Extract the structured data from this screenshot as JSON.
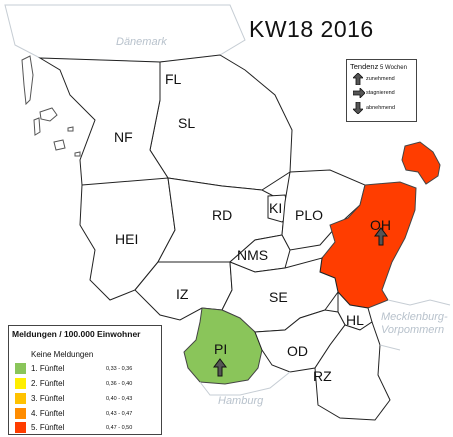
{
  "title": "KW18 2016",
  "neighbors": {
    "denmark": "Dänemark",
    "mv_line1": "Mecklenburg-",
    "mv_line2": "Vorpommern",
    "hamburg": "Hamburg"
  },
  "regions": [
    {
      "code": "FL",
      "level": "none"
    },
    {
      "code": "NF",
      "level": "none"
    },
    {
      "code": "SL",
      "level": "none"
    },
    {
      "code": "RD",
      "level": "none"
    },
    {
      "code": "KI",
      "level": "none"
    },
    {
      "code": "PLO",
      "level": "none"
    },
    {
      "code": "OH",
      "level": "5",
      "trend": "zunehmend"
    },
    {
      "code": "HEI",
      "level": "none"
    },
    {
      "code": "NMS",
      "level": "none"
    },
    {
      "code": "IZ",
      "level": "none"
    },
    {
      "code": "SE",
      "level": "none"
    },
    {
      "code": "HL",
      "level": "none"
    },
    {
      "code": "PI",
      "level": "1",
      "trend": "zunehmend"
    },
    {
      "code": "OD",
      "level": "none"
    },
    {
      "code": "RZ",
      "level": "none"
    }
  ],
  "trend_legend": {
    "title": "Tendenz",
    "subtitle": "5 Wochen",
    "items": [
      {
        "label": "zunehmend",
        "icon": "arrow-up-icon"
      },
      {
        "label": "stagnierend",
        "icon": "arrow-right-icon"
      },
      {
        "label": "abnehmend",
        "icon": "arrow-down-icon"
      }
    ]
  },
  "value_legend": {
    "title": "Meldungen / 100.000 Einwohner",
    "none_label": "Keine Meldungen",
    "classes": [
      {
        "label": "1. Fünftel",
        "range": "0,33 - 0,36",
        "color": "#8ac55a"
      },
      {
        "label": "2. Fünftel",
        "range": "0,36 - 0,40",
        "color": "#ffee00"
      },
      {
        "label": "3. Fünftel",
        "range": "0,40 - 0,43",
        "color": "#ffc200"
      },
      {
        "label": "4. Fünftel",
        "range": "0,43 - 0,47",
        "color": "#ff8c00"
      },
      {
        "label": "5. Fünftel",
        "range": "0,47 - 0,50",
        "color": "#ff3d00"
      }
    ]
  },
  "colors": {
    "none": "#ffffff",
    "border": "#222222",
    "neighbor_fill": "#ffffff"
  }
}
